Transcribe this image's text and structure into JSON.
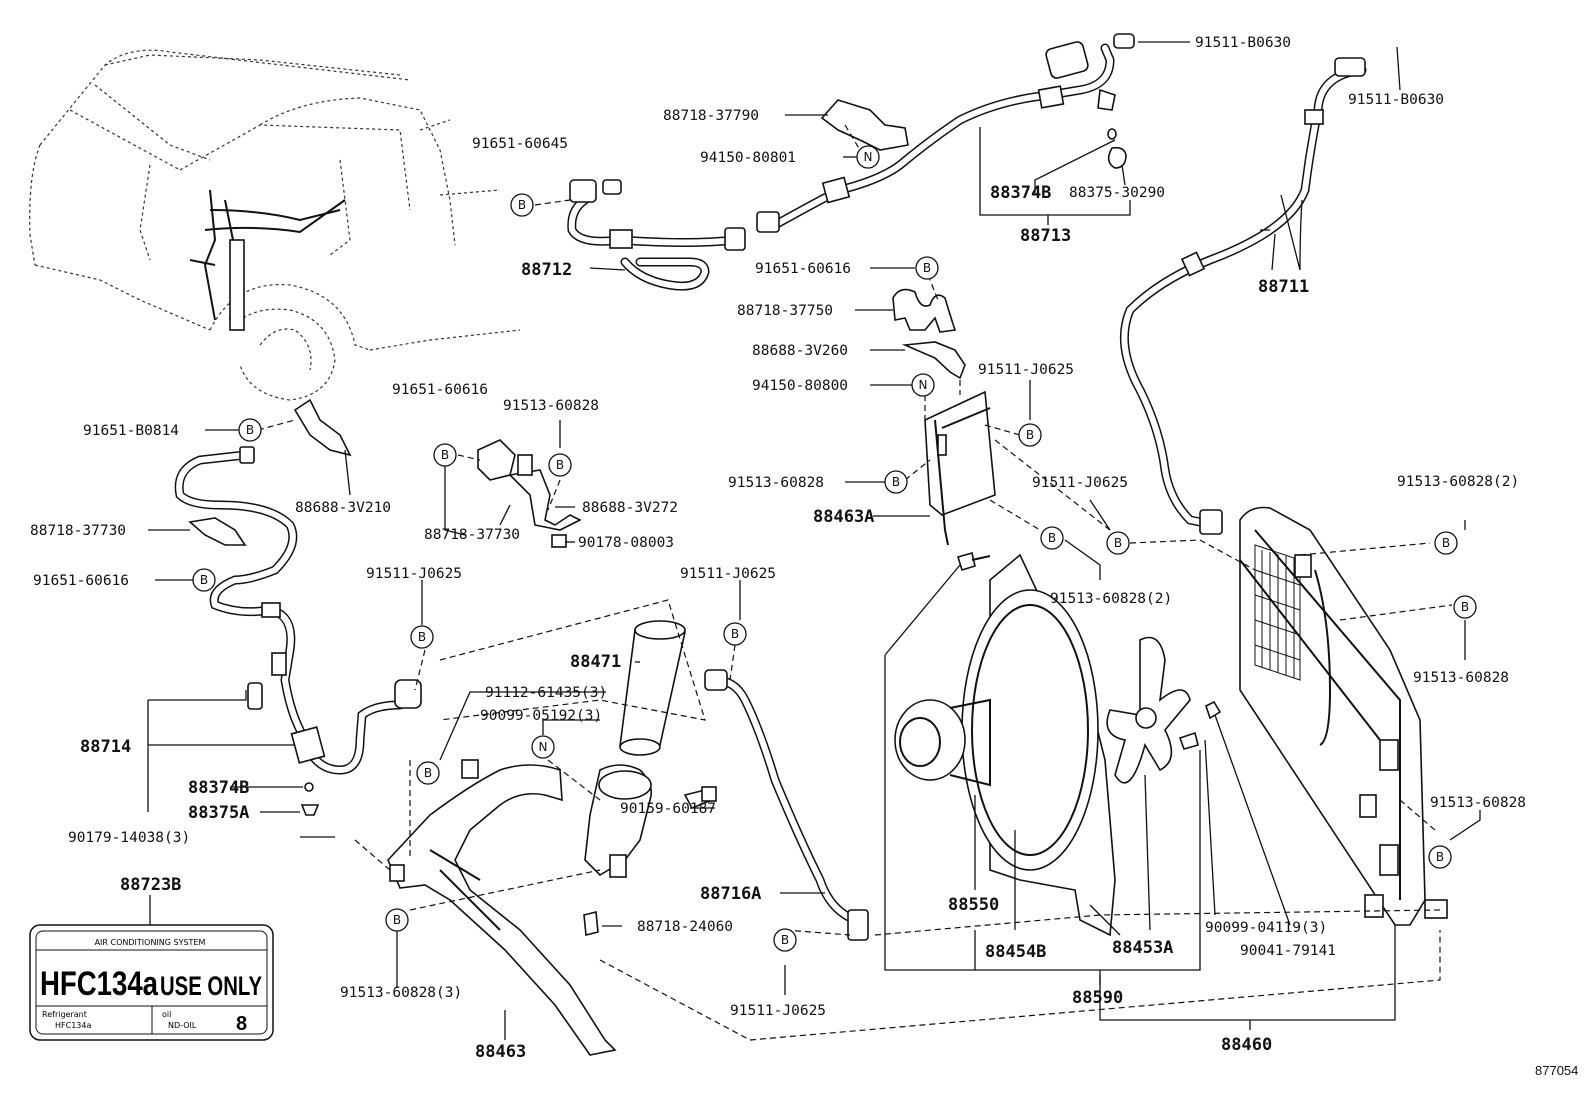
{
  "diagram_id": "877054",
  "markers": {
    "b": "B",
    "n": "N"
  },
  "parts": {
    "p88711": "88711",
    "p88712": "88712",
    "p88713": "88713",
    "p88714": "88714",
    "p88716A": "88716A",
    "p88723B": "88723B",
    "p88460": "88460",
    "p88463": "88463",
    "p88463A": "88463A",
    "p88471": "88471",
    "p88550": "88550",
    "p88590": "88590",
    "p88454B": "88454B",
    "p88453A": "88453A",
    "p88374B_top": "88374B",
    "p88375_30290": "88375-30290",
    "p88374B": "88374B",
    "p88375A": "88375A",
    "p91511_B0630_a": "91511-B0630",
    "p91511_B0630_b": "91511-B0630",
    "p88718_37790": "88718-37790",
    "p94150_80801": "94150-80801",
    "p91651_60645": "91651-60645",
    "p91651_60616_a": "91651-60616",
    "p88718_37750": "88718-37750",
    "p88688_3V260": "88688-3V260",
    "p94150_80800": "94150-80800",
    "p91511_J0625_a": "91511-J0625",
    "p91513_60828_a": "91513-60828",
    "p91511_J0625_b": "91511-J0625",
    "p91513_60828_2a": "91513-60828(2)",
    "p91513_60828_2b": "91513-60828(2)",
    "p91513_60828_b": "91513-60828",
    "p91513_60828_c": "91513-60828",
    "p91651_60616_b": "91651-60616",
    "p91513_60828_d": "91513-60828",
    "p88688_3V272": "88688-3V272",
    "p88718_37730_a": "88718-37730",
    "p90178_08003": "90178-08003",
    "p91651_B0814": "91651-B0814",
    "p88688_3V210": "88688-3V210",
    "p88718_37730_b": "88718-37730",
    "p91651_60616_c": "91651-60616",
    "p91511_J0625_c": "91511-J0625",
    "p91511_J0625_d": "91511-J0625",
    "p91112_61435": "91112-61435(3)",
    "p90099_05192": "90099-05192(3)",
    "p90179_14038": "90179-14038(3)",
    "p90159_60187": "90159-60187",
    "p88718_24060": "88718-24060",
    "p91513_60828_3": "91513-60828(3)",
    "p91511_J0625_e": "91511-J0625",
    "p90099_04119": "90099-04119(3)",
    "p90041_79141": "90041-79141"
  },
  "label": {
    "header": "AIR CONDITIONING SYSTEM",
    "main": "HFC134a",
    "main2": "USE ONLY",
    "refrigerant_label": "Refrigerant",
    "refrigerant_value": "HFC134a",
    "oil_label": "oil",
    "oil_value": "ND-OIL",
    "oil_number": "8"
  }
}
